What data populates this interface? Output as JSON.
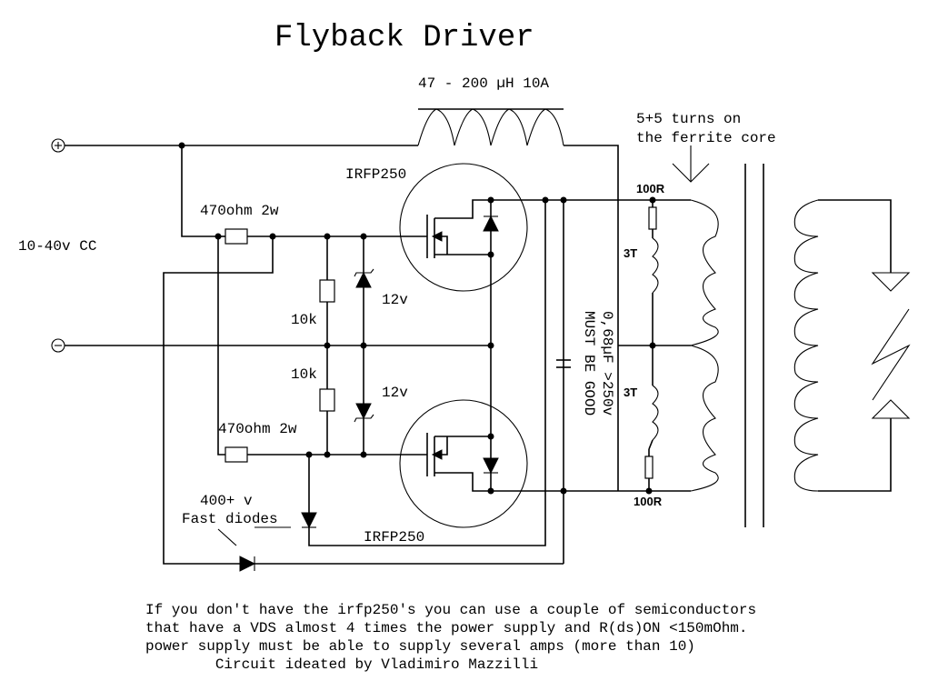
{
  "title": "Flyback Driver",
  "labels": {
    "choke": "47 - 200 µH 10A",
    "supply": "10-40v CC",
    "plus_terminal": "+",
    "minus_terminal": "−",
    "resistor_top": "470ohm 2w",
    "resistor_bottom": "470ohm 2w",
    "r10k_top": "10k",
    "r10k_bottom": "10k",
    "zener_top": "12v",
    "zener_bottom": "12v",
    "mosfet_top": "IRFP250",
    "mosfet_bottom": "IRFP250",
    "diodes_line1": "400+ v",
    "diodes_line2": "Fast diodes",
    "capacitor_line1": "0,68µF >250v",
    "capacitor_line2": "MUST BE GOOD",
    "turns_line1": "5+5 turns on",
    "turns_line2": "the ferrite core",
    "r100_top": "100R",
    "r100_bottom": "100R",
    "coil_top": "3T",
    "coil_bottom": "3T"
  },
  "notes": [
    "If you don't have the irfp250's you can use a couple of semiconductors",
    "that have a VDS almost 4 times the power supply and R(ds)ON <150mOhm.",
    "power supply must be able to supply several amps (more than 10)",
    "        Circuit ideated by Vladimiro Mazzilli"
  ]
}
